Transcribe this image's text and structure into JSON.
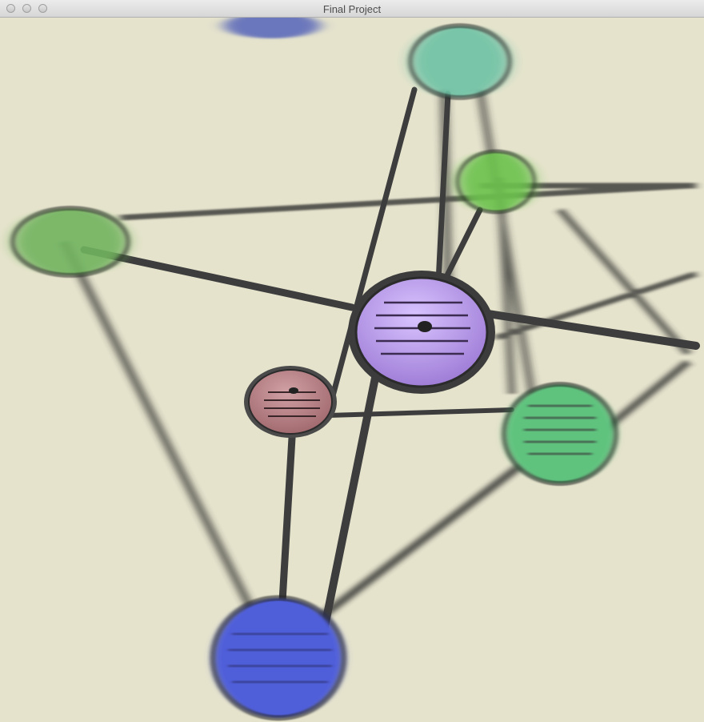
{
  "window": {
    "title": "Final Project"
  },
  "scene": {
    "background_color": "#e5e3cc",
    "nodes": [
      {
        "id": "purple",
        "color": "#b592e6"
      },
      {
        "id": "pink",
        "color": "#b57f84"
      },
      {
        "id": "green-right",
        "color": "#5fc37e"
      },
      {
        "id": "blue-bottom",
        "color": "#4f5fd9"
      },
      {
        "id": "green-left",
        "color": "#72b45f"
      },
      {
        "id": "green-top",
        "color": "#6cc24d"
      },
      {
        "id": "teal-top",
        "color": "#6ec2a6"
      },
      {
        "id": "blue-top",
        "color": "#5664b8"
      }
    ]
  }
}
